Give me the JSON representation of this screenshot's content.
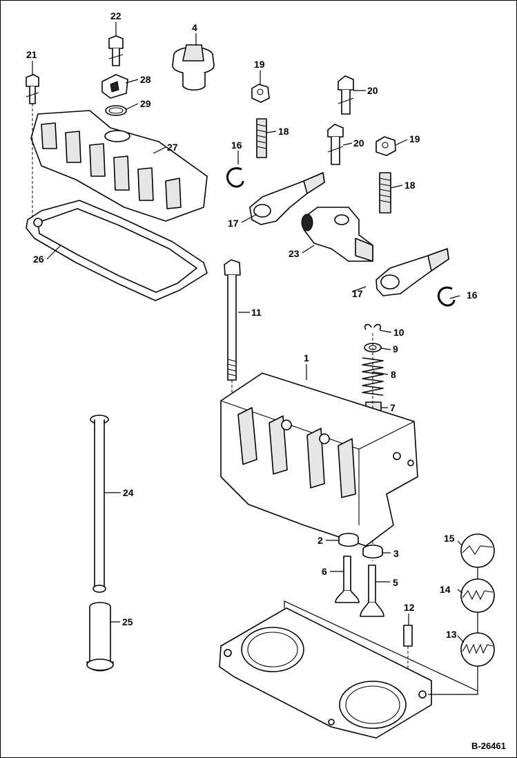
{
  "diagram": {
    "reference_code": "B-26461",
    "callouts": [
      {
        "id": "c1",
        "label": "1"
      },
      {
        "id": "c2",
        "label": "2"
      },
      {
        "id": "c3",
        "label": "3"
      },
      {
        "id": "c4",
        "label": "4"
      },
      {
        "id": "c5",
        "label": "5"
      },
      {
        "id": "c6",
        "label": "6"
      },
      {
        "id": "c7",
        "label": "7"
      },
      {
        "id": "c8",
        "label": "8"
      },
      {
        "id": "c9",
        "label": "9"
      },
      {
        "id": "c10",
        "label": "10"
      },
      {
        "id": "c11",
        "label": "11"
      },
      {
        "id": "c12",
        "label": "12"
      },
      {
        "id": "c13",
        "label": "13"
      },
      {
        "id": "c14",
        "label": "14"
      },
      {
        "id": "c15",
        "label": "15"
      },
      {
        "id": "c16a",
        "label": "16"
      },
      {
        "id": "c16b",
        "label": "16"
      },
      {
        "id": "c17a",
        "label": "17"
      },
      {
        "id": "c17b",
        "label": "17"
      },
      {
        "id": "c18a",
        "label": "18"
      },
      {
        "id": "c18b",
        "label": "18"
      },
      {
        "id": "c19a",
        "label": "19"
      },
      {
        "id": "c19b",
        "label": "19"
      },
      {
        "id": "c20a",
        "label": "20"
      },
      {
        "id": "c20b",
        "label": "20"
      },
      {
        "id": "c21",
        "label": "21"
      },
      {
        "id": "c22",
        "label": "22"
      },
      {
        "id": "c23",
        "label": "23"
      },
      {
        "id": "c24",
        "label": "24"
      },
      {
        "id": "c25",
        "label": "25"
      },
      {
        "id": "c26",
        "label": "26"
      },
      {
        "id": "c27",
        "label": "27"
      },
      {
        "id": "c28",
        "label": "28"
      },
      {
        "id": "c29",
        "label": "29"
      }
    ]
  }
}
